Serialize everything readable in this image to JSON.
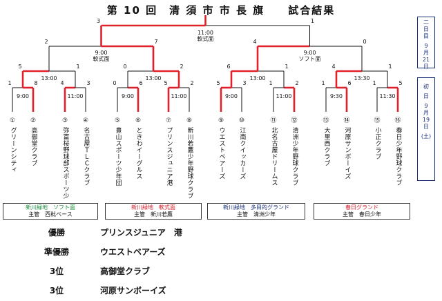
{
  "title": "第 10 回　清 須 市 市 長 旗　　試合結果",
  "day1_box": {
    "lines": [
      "二",
      "日",
      "目",
      "",
      "9",
      "月",
      "21",
      "日"
    ]
  },
  "day2_box": {
    "lines": [
      "初",
      "",
      "日",
      "",
      "9",
      "月",
      "19",
      "日",
      "",
      "(土)"
    ]
  },
  "teams": [
    {
      "num": "①",
      "name": "グリーンシティ"
    },
    {
      "num": "②",
      "name": "高御堂クラブ"
    },
    {
      "num": "③",
      "name": "弥富桜野球部スポーツ少"
    },
    {
      "num": "④",
      "name": "名古屋ＴＬＣクラブ"
    },
    {
      "num": "⑤",
      "name": "豊山スポーツ少年団"
    },
    {
      "num": "⑥",
      "name": "ときわイーグルス"
    },
    {
      "num": "⑦",
      "name": "プリンスジュニア港"
    },
    {
      "num": "⑧",
      "name": "新川若鷹少年野球クラブ"
    },
    {
      "num": "⑨",
      "name": "ウエストベアーズ"
    },
    {
      "num": "⑩",
      "name": "江南クイッカーズ"
    },
    {
      "num": "⑪",
      "name": "北名古屋ドリームス"
    },
    {
      "num": "⑫",
      "name": "清洲少年野球クラブ"
    },
    {
      "num": "⑬",
      "name": "大里西クラブ"
    },
    {
      "num": "⑭",
      "name": "河原サンボーイズ"
    },
    {
      "num": "⑮",
      "name": "小正クラブ"
    },
    {
      "num": "⑯",
      "name": "春日少年野球クラブ"
    }
  ],
  "r1": [
    {
      "s": [
        "1",
        "8"
      ],
      "w": 1,
      "time": "9:00"
    },
    {
      "s": [
        "4",
        "3"
      ],
      "w": 0,
      "time": "11:00"
    },
    {
      "s": [
        "0",
        "6"
      ],
      "w": 1,
      "time": "9:00"
    },
    {
      "s": [
        "5",
        "2"
      ],
      "w": 0,
      "time": "11:00"
    },
    {
      "s": [
        "5",
        "3"
      ],
      "w": 0,
      "time": "9:00"
    },
    {
      "s": [
        "1",
        "2"
      ],
      "w": 1,
      "time": "11:00"
    },
    {
      "s": [
        "1",
        "6"
      ],
      "w": 1,
      "time": "9:30"
    },
    {
      "s": [
        "1",
        "5"
      ],
      "w": 1,
      "time": "11:30"
    }
  ],
  "r2": [
    {
      "s": [
        "5",
        "1"
      ],
      "w": 0,
      "time": "13:00"
    },
    {
      "s": [
        "0",
        "2"
      ],
      "w": 1,
      "time": "13:00"
    },
    {
      "s": [
        "6",
        "1"
      ],
      "w": 0,
      "time": "13:00"
    },
    {
      "s": [
        "4",
        "1"
      ],
      "w": 0,
      "time": "13:30"
    }
  ],
  "sf": [
    {
      "s": [
        "2",
        "7"
      ],
      "w": 1,
      "time": "9:00",
      "venue": "軟式面"
    },
    {
      "s": [
        "4",
        "0"
      ],
      "w": 0,
      "time": "9:00",
      "venue": "ソフト面"
    }
  ],
  "final": {
    "s": [
      "3",
      "1"
    ],
    "w": 0,
    "time": "11:00",
    "venue": "軟式面"
  },
  "venues": [
    {
      "name": "新川緑地　ソフト面",
      "host": "主管　西枇ベース",
      "color": "#1a8c3a"
    },
    {
      "name": "新川緑地　軟式面",
      "host": "主管　新川若鷹",
      "color": "#d4202a"
    },
    {
      "name": "新川緑地　多目的グランド",
      "host": "主管　清洲少年",
      "color": "#1a2f7a"
    },
    {
      "name": "春日グランド",
      "host": "主管　春日少年",
      "color": "#d4202a"
    }
  ],
  "results": [
    {
      "label": "優勝",
      "team": "プリンスジュニア　港"
    },
    {
      "label": "準優勝",
      "team": "ウエストベアーズ"
    },
    {
      "label": "3位",
      "team": "高御堂クラブ"
    },
    {
      "label": "3位",
      "team": "河原サンボーイズ"
    }
  ],
  "colors": {
    "win": "#e0202a",
    "lose": "#111111",
    "box": "#1a2f7a"
  }
}
